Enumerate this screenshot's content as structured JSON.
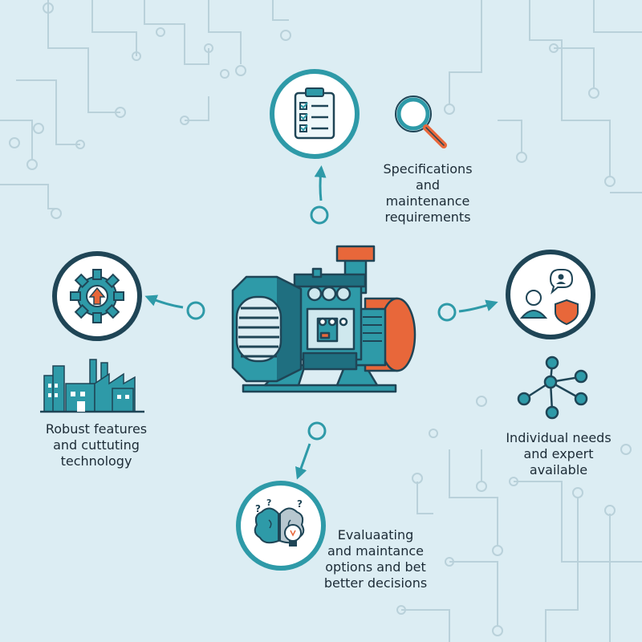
{
  "colors": {
    "background": "#dcedf3",
    "teal": "#2e9aa8",
    "dark_navy": "#1f4556",
    "orange": "#e8673a",
    "circuit": "#b7cfd8"
  },
  "icons": {
    "top": "clipboard-checklist-icon",
    "top_side": "magnifier-icon",
    "right": "expert-consultation-icon",
    "right_side": "network-hub-icon",
    "left": "gear-upgrade-icon",
    "left_side": "factory-skyline-icon",
    "bottom": "brain-lightbulb-icon",
    "center": "generator-machine-icon"
  },
  "labels": {
    "top": [
      "Specifications",
      "and",
      "maintenance",
      "requirements"
    ],
    "left": [
      "Robust features",
      "and cuttuting",
      "technology"
    ],
    "right": [
      "Individual needs",
      "and expert",
      "available"
    ],
    "bottom": [
      "Evaluaating",
      "and maintance",
      "options and bet",
      "better decisions"
    ]
  }
}
